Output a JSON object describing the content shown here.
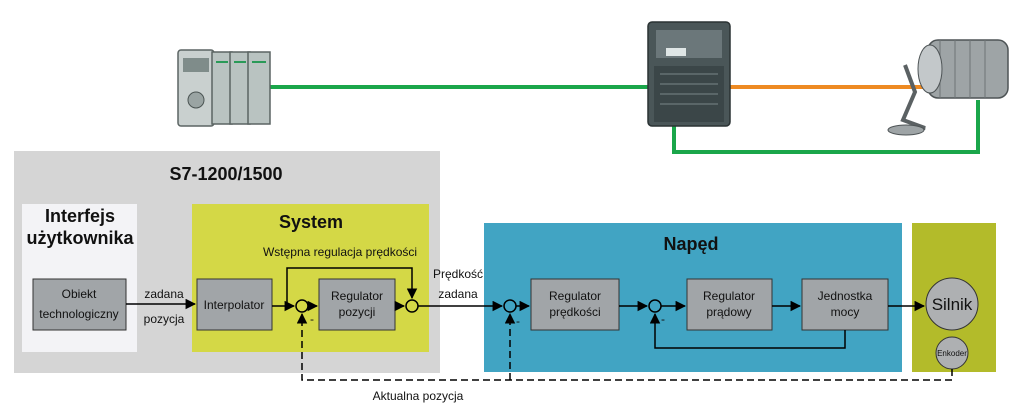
{
  "hardware": {
    "plc_icon": "plc-controller",
    "drive_icon": "frequency-inverter",
    "motor_icon": "servo-motor"
  },
  "groups": {
    "s7_title": "S7-1200/1500",
    "interface_title_line1": "Interfejs",
    "interface_title_line2": "użytkownika",
    "system_title": "System",
    "drive_title": "Napęd"
  },
  "blocks": {
    "tech_object_line1": "Obiekt",
    "tech_object_line2": "technologiczny",
    "interpolator": "Interpolator",
    "pos_reg_line1": "Regulator",
    "pos_reg_line2": "pozycji",
    "speed_reg_line1": "Regulator",
    "speed_reg_line2": "prędkości",
    "current_reg_line1": "Regulator",
    "current_reg_line2": "prądowy",
    "power_unit_line1": "Jednostka",
    "power_unit_line2": "mocy",
    "motor": "Silnik",
    "encoder": "Enkoder"
  },
  "signals": {
    "setpoint_pos_line1": "zadana",
    "setpoint_pos_line2": "pozycja",
    "feedforward": "Wstępna regulacja prędkości",
    "setpoint_speed_line1": "Prędkość",
    "setpoint_speed_line2": "zadana",
    "actual_position": "Aktualna pozycja",
    "minus": "-"
  },
  "colors": {
    "s7_bg": "#d5d5d5",
    "interface_bg": "#f3f3f6",
    "system_bg": "#d4d846",
    "drive_bg": "#41a4c3",
    "motor_bg": "#b3bb2a",
    "block_bg": "#a1a5a8",
    "motor_circle": "#aeb0b2",
    "profinet": "#1aa64a",
    "power_cable": "#ee8a22"
  }
}
